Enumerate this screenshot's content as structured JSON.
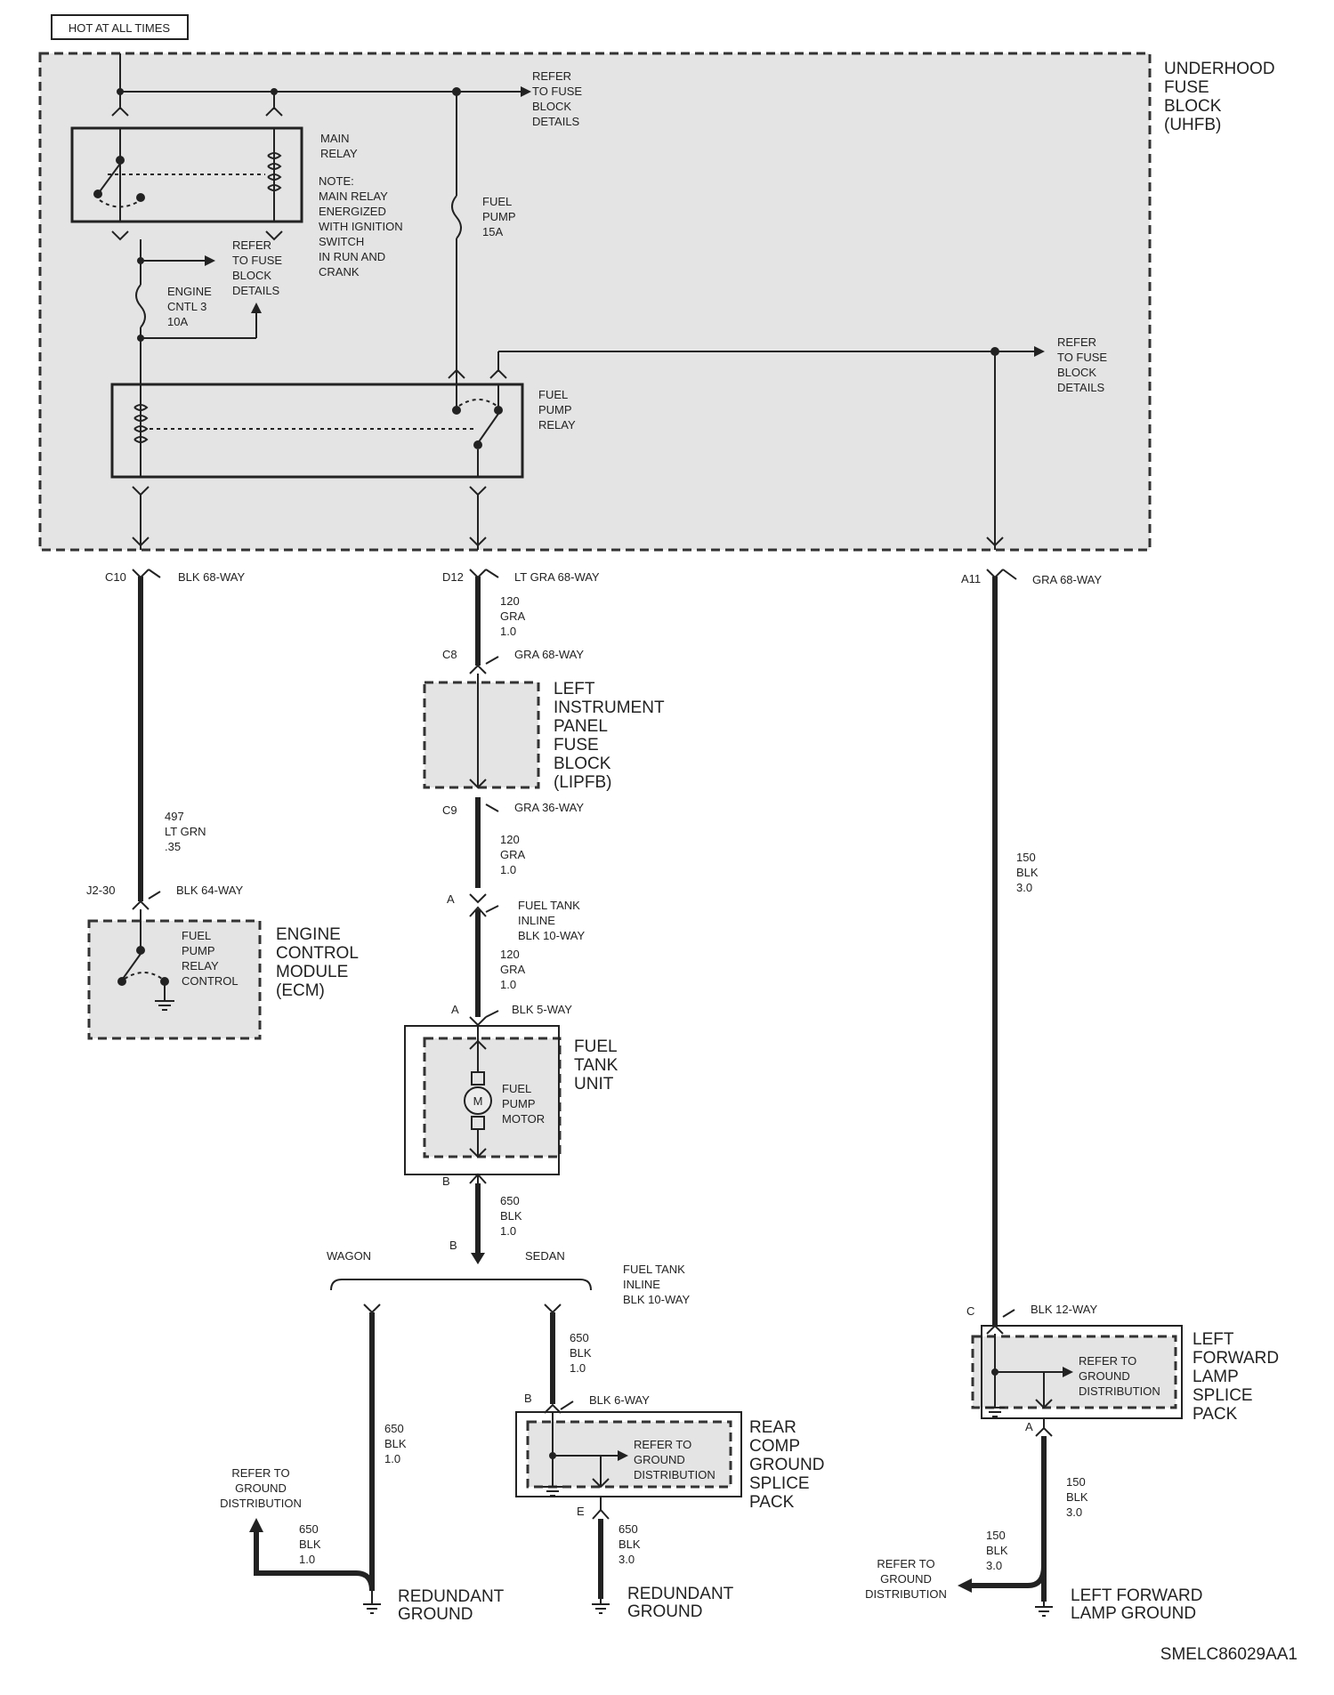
{
  "header_label": "HOT AT ALL TIMES",
  "uhfb": {
    "title": [
      "UNDERHOOD",
      "FUSE",
      "BLOCK",
      "(UHFB)"
    ]
  },
  "refer_fuse_block": [
    "REFER",
    "TO FUSE",
    "BLOCK",
    "DETAILS"
  ],
  "main_relay": {
    "label": [
      "MAIN",
      "RELAY"
    ],
    "note": [
      "NOTE:",
      "MAIN RELAY",
      "ENERGIZED",
      "WITH IGNITION",
      "SWITCH",
      "IN RUN AND",
      "CRANK"
    ]
  },
  "fuel_pump_fuse": [
    "FUEL",
    "PUMP",
    "15A"
  ],
  "engine_fuse": [
    "ENGINE",
    "CNTL 3",
    "10A"
  ],
  "fuel_pump_relay": [
    "FUEL",
    "PUMP",
    "RELAY"
  ],
  "connectors": {
    "c10": {
      "pin": "C10",
      "desc": "BLK 68-WAY"
    },
    "d12": {
      "pin": "D12",
      "desc": "LT GRA 68-WAY"
    },
    "a11": {
      "pin": "A11",
      "desc": "GRA 68-WAY"
    },
    "c8": {
      "pin": "C8",
      "desc": "GRA 68-WAY"
    },
    "c9": {
      "pin": "C9",
      "desc": "GRA 36-WAY"
    },
    "j230": {
      "pin": "J2-30",
      "desc": "BLK 64-WAY"
    },
    "inline_a": {
      "pin": "A",
      "desc": [
        "FUEL TANK",
        "INLINE",
        "BLK 10-WAY"
      ]
    },
    "tank_a": {
      "pin": "A",
      "desc": "BLK 5-WAY"
    },
    "tank_b": {
      "pin": "B"
    },
    "inline_b": {
      "pin": "B",
      "desc": [
        "FUEL TANK",
        "INLINE",
        "BLK 10-WAY"
      ]
    },
    "splice_b": {
      "pin": "B",
      "desc": "BLK 6-WAY"
    },
    "splice_e": {
      "pin": "E"
    },
    "lamp_c": {
      "pin": "C",
      "desc": "BLK 12-WAY"
    },
    "lamp_a": {
      "pin": "A"
    }
  },
  "wires": {
    "w120_a": [
      "120",
      "GRA",
      "1.0"
    ],
    "w120_b": [
      "120",
      "GRA",
      "1.0"
    ],
    "w120_c": [
      "120",
      "GRA",
      "1.0"
    ],
    "w497": [
      "497",
      "LT GRN",
      ".35"
    ],
    "w150_main": [
      "150",
      "BLK",
      "3.0"
    ],
    "w650_tank": [
      "650",
      "BLK",
      "1.0"
    ],
    "w650_sedan": [
      "650",
      "BLK",
      "1.0"
    ],
    "w650_wagon": [
      "650",
      "BLK",
      "1.0"
    ],
    "w650_wagon_gnd": [
      "650",
      "BLK",
      "1.0"
    ],
    "w650_splice": [
      "650",
      "BLK",
      "3.0"
    ],
    "w150_lamp": [
      "150",
      "BLK",
      "3.0"
    ],
    "w150_lamp_gnd": [
      "150",
      "BLK",
      "3.0"
    ]
  },
  "lipfb": {
    "title": [
      "LEFT",
      "INSTRUMENT",
      "PANEL",
      "FUSE",
      "BLOCK",
      "(LIPFB)"
    ]
  },
  "ecm": {
    "title": [
      "ENGINE",
      "CONTROL",
      "MODULE",
      "(ECM)"
    ],
    "inner": [
      "FUEL",
      "PUMP",
      "RELAY",
      "CONTROL"
    ]
  },
  "fuel_tank_unit": {
    "title": [
      "FUEL",
      "TANK",
      "UNIT"
    ],
    "inner": [
      "FUEL",
      "PUMP",
      "MOTOR"
    ],
    "motor_symbol": "M"
  },
  "branch": {
    "wagon": "WAGON",
    "sedan": "SEDAN"
  },
  "rear_splice": {
    "title": [
      "REAR",
      "COMP",
      "GROUND",
      "SPLICE",
      "PACK"
    ],
    "inner": [
      "REFER TO",
      "GROUND",
      "DISTRIBUTION"
    ]
  },
  "lamp_splice": {
    "title": [
      "LEFT",
      "FORWARD",
      "LAMP",
      "SPLICE",
      "PACK"
    ],
    "inner": [
      "REFER TO",
      "GROUND",
      "DISTRIBUTION"
    ]
  },
  "refer_ground": [
    "REFER TO",
    "GROUND",
    "DISTRIBUTION"
  ],
  "grounds": {
    "redundant": [
      "REDUNDANT",
      "GROUND"
    ],
    "lamp": [
      "LEFT FORWARD",
      "LAMP GROUND"
    ]
  },
  "figure_id": "SMELC86029AA1"
}
